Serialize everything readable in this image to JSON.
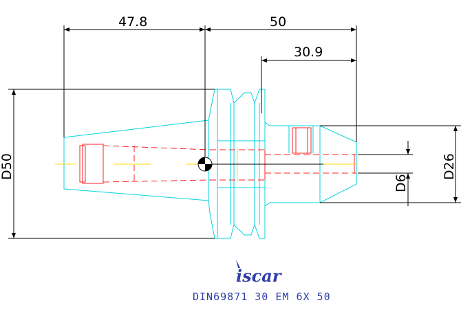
{
  "dimensions": {
    "length_left": "47.8",
    "length_right": "50",
    "length_inner": "30.9",
    "diameter_flange": "D50",
    "diameter_nose": "D26",
    "diameter_bore": "D6"
  },
  "brand": {
    "logo_text": "iscar"
  },
  "caption": "DIN69871 30 EM 6X 50",
  "colors": {
    "outline": "#00d4e0",
    "hidden_lines": "#ff2020",
    "centerline": "#ffdd00",
    "dimension": "#000000",
    "text_blue": "#2f3ea8"
  }
}
